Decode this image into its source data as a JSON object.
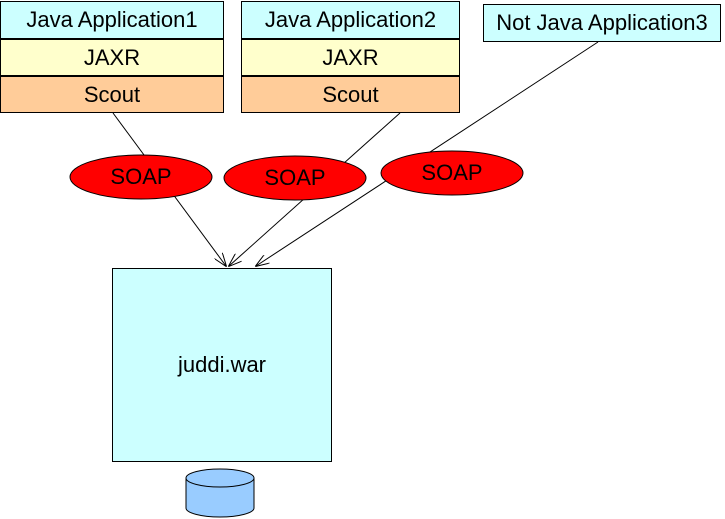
{
  "stacks": [
    {
      "app": "Java Application1",
      "jaxr": "JAXR",
      "scout": "Scout"
    },
    {
      "app": "Java Application2",
      "jaxr": "JAXR",
      "scout": "Scout"
    }
  ],
  "app3": "Not Java Application3",
  "soap": [
    "SOAP",
    "SOAP",
    "SOAP"
  ],
  "server": "juddi.war",
  "colors": {
    "app": "#ccffff",
    "jaxr": "#ffffcc",
    "scout": "#ffcc99",
    "soap": "#ff0000",
    "server": "#ccffff",
    "database": "#99ccff"
  }
}
